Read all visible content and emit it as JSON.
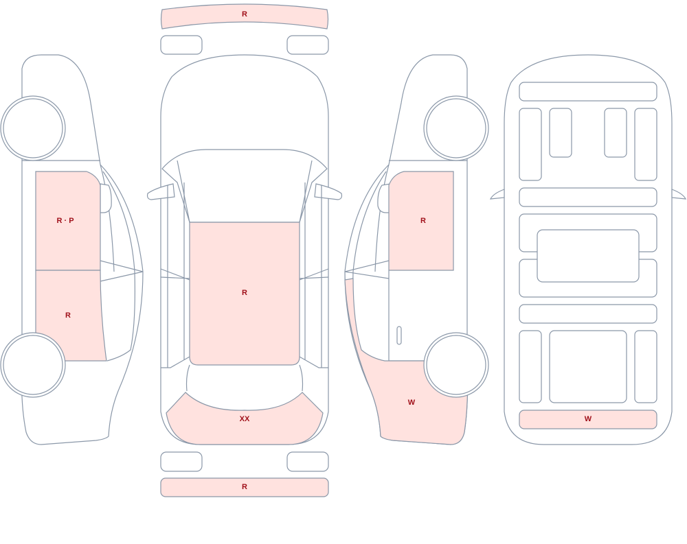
{
  "colors": {
    "damaged_fill": "#ffe2df",
    "outline": "#8a97a8",
    "code_text": "#a0101a"
  },
  "codes": {
    "front_bumper": "R",
    "left_front_door": "R · P",
    "left_rear_door": "R",
    "roof": "R",
    "rear_window": "XX",
    "right_front_door": "R",
    "right_rear_quarter": "W",
    "underbody_rear_panel": "W",
    "rear_bumper": "R"
  }
}
